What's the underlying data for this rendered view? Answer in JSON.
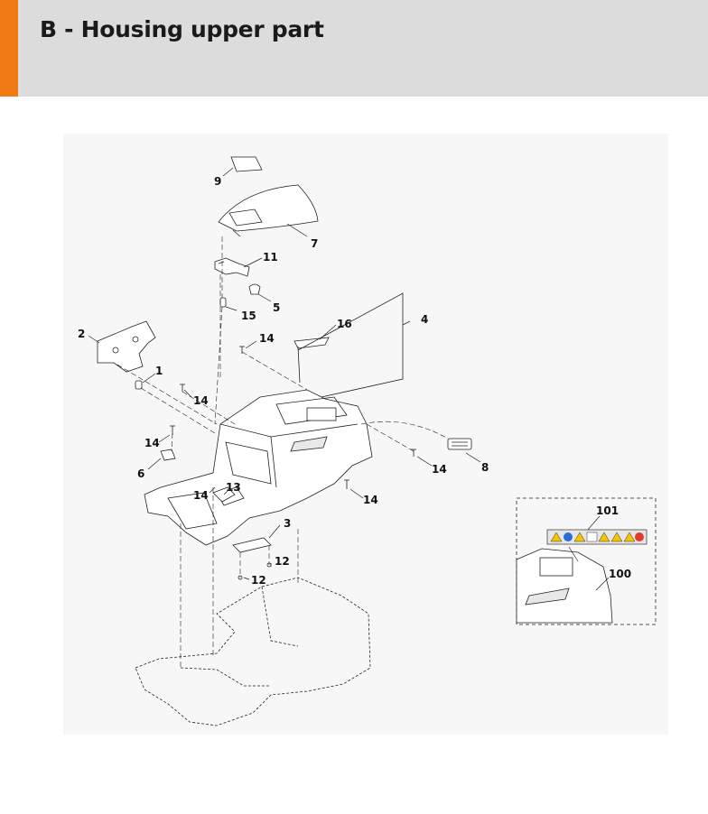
{
  "header": {
    "title": "B - Housing upper part",
    "accent_color": "#f07a14",
    "background_color": "#dcdcdc"
  },
  "diagram": {
    "callouts": [
      "1",
      "2",
      "3",
      "4",
      "5",
      "6",
      "7",
      "8",
      "9",
      "11",
      "12",
      "12",
      "13",
      "14",
      "14",
      "14",
      "14",
      "14",
      "14",
      "15",
      "16"
    ],
    "inset_callouts": [
      "101",
      "100"
    ],
    "warning_label_icon_count": 8
  }
}
